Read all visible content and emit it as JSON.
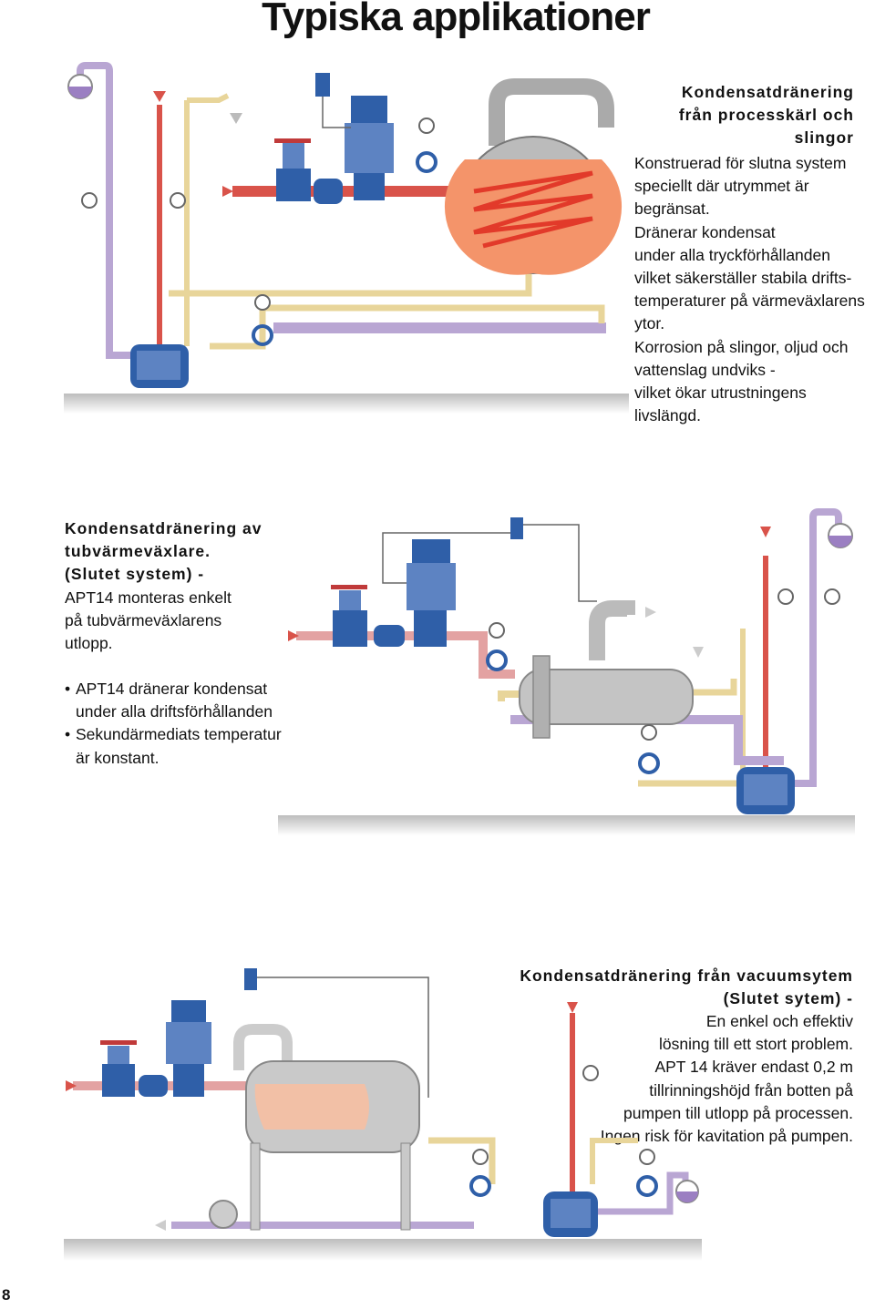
{
  "page": {
    "title": "Typiska applikationer",
    "page_number": "8"
  },
  "sections": [
    {
      "heading_lines": [
        "Kondensatdränering",
        "från processkärl och",
        "slingor"
      ],
      "body_lines": [
        "Konstruerad för slutna system",
        "speciellt där utrymmet är",
        "begränsat.",
        "Dränerar kondensat",
        "under alla tryckförhållanden",
        "vilket säkerställer stabila drifts-",
        "temperaturer på värmeväxlarens",
        "ytor.",
        "Korrosion på slingor, oljud och",
        "vattenslag undviks -",
        "vilket ökar utrustningens",
        "livslängd."
      ]
    },
    {
      "heading_lines": [
        "Kondensatdränering av",
        "tubvärmeväxlare.",
        "(Slutet system) -"
      ],
      "body_lines": [
        "APT14 monteras enkelt",
        "på tubvärmeväxlarens",
        "utlopp."
      ],
      "bullets": [
        {
          "lines": [
            "APT14 dränerar kondensat",
            "under alla driftsförhållanden"
          ]
        },
        {
          "lines": [
            "Sekundärmediats temperatur",
            "är konstant."
          ]
        }
      ]
    },
    {
      "heading_lines": [
        "Kondensatdränering från vacuumsytem",
        "(Slutet sytem) -"
      ],
      "body_lines": [
        "En enkel och effektiv",
        "lösning till ett stort problem.",
        "APT 14 kräver endast 0,2 m",
        "tillrinningshöjd från botten på",
        "pumpen till utlopp på processen.",
        "Ingen risk för kavitation på pumpen."
      ]
    }
  ],
  "icons": {
    "controller": "ff-controller-icon",
    "gauge": "pressure-gauge-icon",
    "valve": "control-valve-icon",
    "pump": "apt14-pump-icon"
  },
  "colors": {
    "pump_blue": "#2f5fa8",
    "steam_red": "#d9534a",
    "condensate_yellow": "#e8d59a",
    "air_purple": "#b9a6d3",
    "vessel_grey": "#b5b5b5",
    "coil_red": "#e23a2a",
    "vessel_fill": "#f4946a"
  }
}
